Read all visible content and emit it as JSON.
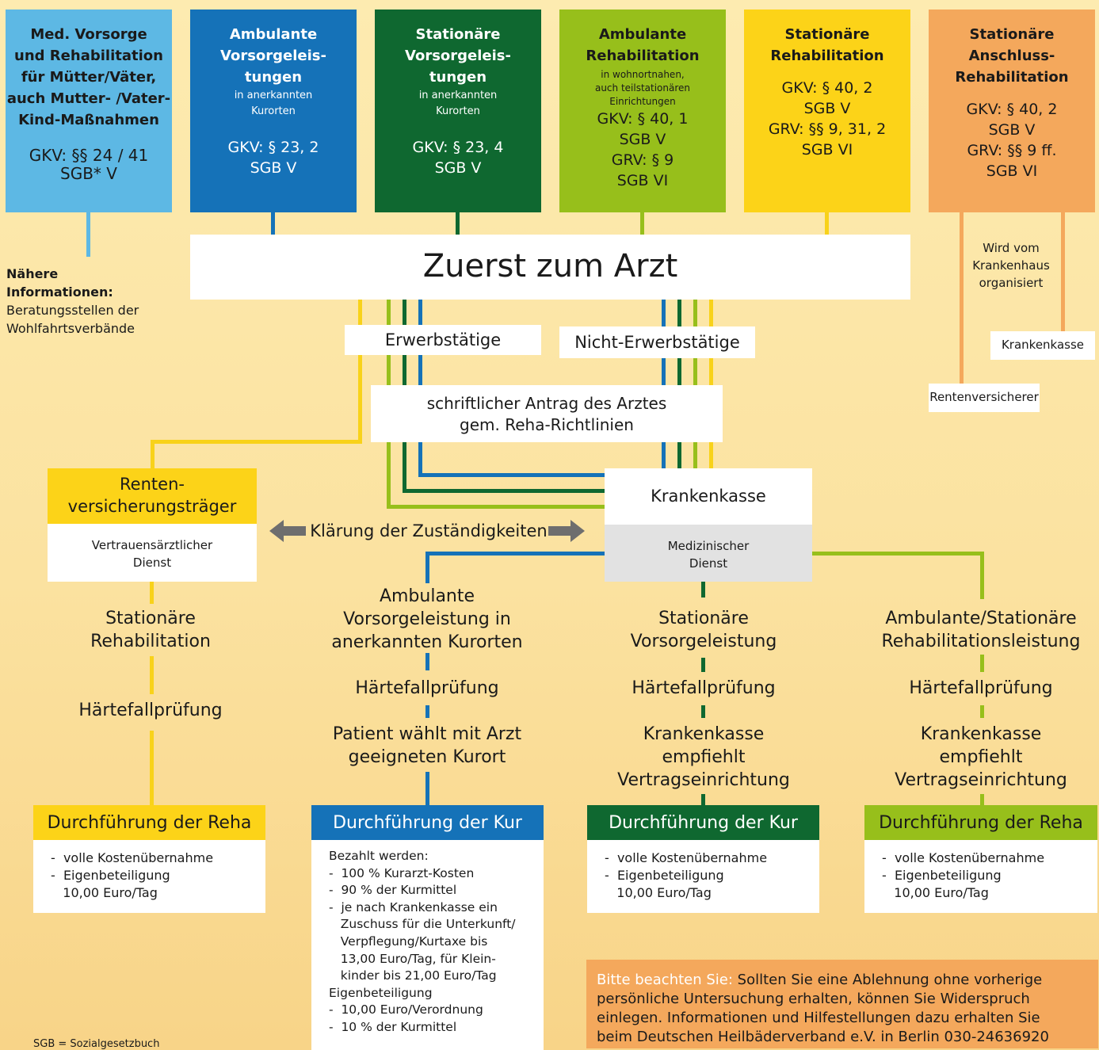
{
  "colors": {
    "lightblue": "#5db8e4",
    "blue": "#1572b8",
    "darkgreen": "#0f6830",
    "lightgreen": "#97bf1b",
    "yellow": "#f8d21a",
    "orange": "#f4a85c",
    "grey": "#e2e2e2"
  },
  "top_boxes": [
    {
      "title_lines": [
        "Med. Vorsorge",
        "und Rehabilitation",
        "für Mütter/Väter,",
        "auch Mutter- /Vater-",
        "Kind-Maßnahmen"
      ],
      "sub_lines": [],
      "law_lines": [
        "GKV: §§ 24 / 41",
        "SGB* V"
      ]
    },
    {
      "title_lines": [
        "Ambulante",
        "Vorsorgeleis-",
        "tungen"
      ],
      "sub_lines": [
        "in anerkannten",
        "Kurorten"
      ],
      "law_lines": [
        "GKV: § 23, 2",
        "SGB V"
      ]
    },
    {
      "title_lines": [
        "Stationäre",
        "Vorsorgeleis-",
        "tungen"
      ],
      "sub_lines": [
        "in anerkannten",
        "Kurorten"
      ],
      "law_lines": [
        "GKV: § 23, 4",
        "SGB V"
      ]
    },
    {
      "title_lines": [
        "Ambulante",
        "Rehabilitation"
      ],
      "sub_lines": [
        "in wohnortnahen,",
        "auch teilstationären",
        "Einrichtungen"
      ],
      "law_lines": [
        "GKV: § 40, 1",
        "SGB V",
        "GRV: § 9",
        "SGB VI"
      ]
    },
    {
      "title_lines": [
        "Stationäre",
        "Rehabilitation"
      ],
      "sub_lines": [],
      "law_lines": [
        "GKV: § 40, 2",
        "SGB V",
        "GRV: §§ 9, 31, 2",
        "SGB VI"
      ]
    },
    {
      "title_lines": [
        "Stationäre",
        "Anschluss-",
        "Rehabilitation"
      ],
      "sub_lines": [],
      "law_lines": [
        "GKV: § 40, 2",
        "SGB V",
        "GRV: §§ 9 ff.",
        "SGB VI"
      ]
    }
  ],
  "info": {
    "bold1": "Nähere",
    "bold2": "Informationen:",
    "line1": "Beratungsstellen der",
    "line2": "Wohlfahrtsverbände"
  },
  "hospital": {
    "line1": "Wird vom",
    "line2": "Krankenhaus",
    "line3": "organisiert",
    "krankenkasse": "Krankenkasse",
    "rentenversicherer": "Rentenversicherer"
  },
  "main_title": "Zuerst zum Arzt",
  "erwerbstaetige": "Erwerbstätige",
  "nicht_erwerbstaetige": "Nicht-Erwerbstätige",
  "antrag": {
    "line1": "schriftlicher Antrag des Arztes",
    "line2": "gem. Reha-Richtlinien"
  },
  "renten": {
    "line1": "Renten-",
    "line2": "versicherungsträger",
    "sub1": "Vertrauensärztlicher",
    "sub2": "Dienst"
  },
  "krankenkasse": {
    "title": "Krankenkasse",
    "sub1": "Medizinischer",
    "sub2": "Dienst"
  },
  "klaerung": "Klärung der Zuständigkeiten",
  "col1": {
    "a1": "Stationäre",
    "a2": "Rehabilitation",
    "b": "Härtefallprüfung",
    "header": "Durchführung der Reha",
    "list": [
      "-  volle Kostenübernahme",
      "-  Eigenbeteiligung",
      "   10,00 Euro/Tag"
    ]
  },
  "col2": {
    "a1": "Ambulante",
    "a2": "Vorsorgeleistung in",
    "a3": "anerkannten Kurorten",
    "b": "Härtefallprüfung",
    "c1": "Patient wählt mit Arzt",
    "c2": "geeigneten Kurort",
    "header": "Durchführung der Kur",
    "list": [
      "Bezahlt werden:",
      "-  100 % Kurarzt-Kosten",
      "-  90 % der Kurmittel",
      "-  je nach Krankenkasse ein",
      "   Zuschuss für die Unterkunft/",
      "   Verpflegung/Kurtaxe bis",
      "   13,00 Euro/Tag, für Klein-",
      "   kinder bis 21,00 Euro/Tag",
      "Eigenbeteiligung",
      "-  10,00 Euro/Verordnung",
      "-  10 % der Kurmittel"
    ]
  },
  "col3": {
    "a1": "Stationäre",
    "a2": "Vorsorgeleistung",
    "b": "Härtefallprüfung",
    "c1": "Krankenkasse",
    "c2": "empfiehlt",
    "c3": "Vertragseinrichtung",
    "header": "Durchführung der Kur",
    "list": [
      "-  volle Kostenübernahme",
      "-  Eigenbeteiligung",
      "   10,00 Euro/Tag"
    ]
  },
  "col4": {
    "a1": "Ambulante/Stationäre",
    "a2": "Rehabilitationsleistung",
    "b": "Härtefallprüfung",
    "c1": "Krankenkasse",
    "c2": "empfiehlt",
    "c3": "Vertragseinrichtung",
    "header": "Durchführung der Reha",
    "list": [
      "-  volle Kostenübernahme",
      "-  Eigenbeteiligung",
      "   10,00 Euro/Tag"
    ]
  },
  "note": {
    "lead": "Bitte beachten Sie:",
    "lines": [
      " Sollten Sie eine Ablehnung ohne vorherige",
      "persönliche Untersuchung erhalten, können Sie Widerspruch",
      "einlegen. Informationen und Hilfestellungen dazu erhalten Sie",
      "beim Deutschen Heilbäderverband e.V. in Berlin 030-24636920"
    ]
  },
  "footnote": "SGB = Sozialgesetzbuch"
}
